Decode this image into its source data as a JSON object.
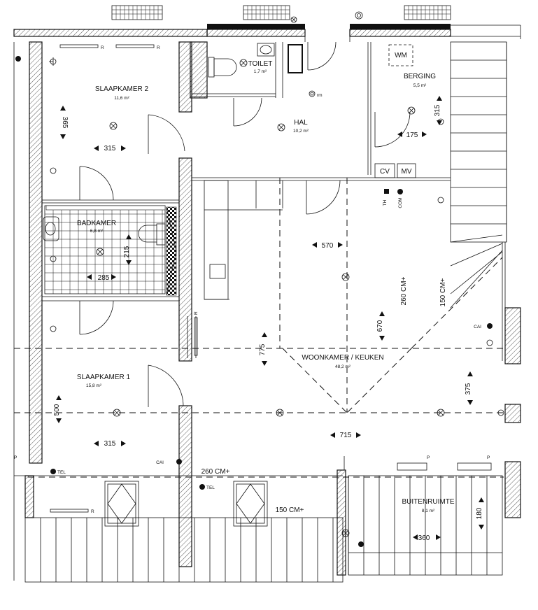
{
  "rooms": {
    "slaapkamer2": {
      "name": "SLAAPKAMER 2",
      "area": "11,6 m²"
    },
    "toilet": {
      "name": "TOILET",
      "area": "1,7 m²"
    },
    "hal": {
      "name": "HAL",
      "area": "10,2 m²"
    },
    "berging": {
      "name": "BERGING",
      "area": "5,5 m²"
    },
    "badkamer": {
      "name": "BADKAMER",
      "area": "6,8 m²"
    },
    "woonkamer": {
      "name": "WOONKAMER / KEUKEN",
      "area": "48,2 m²"
    },
    "slaapkamer1": {
      "name": "SLAAPKAMER 1",
      "area": "15,8 m²"
    },
    "buitenruimte": {
      "name": "BUITENRUIMTE",
      "area": "8,1 m²"
    }
  },
  "dimensions": {
    "d365": "365",
    "d315a": "315",
    "d175": "175",
    "d315b": "315",
    "d215": "215",
    "d285": "285",
    "d570": "570",
    "d260cm": "260 CM+",
    "d150cm": "150 CM+",
    "d670": "670",
    "d775": "775",
    "d375": "375",
    "d500": "500",
    "d315c": "315",
    "d715": "715",
    "d260cm2": "260 CM+",
    "d150cm2": "150 CM+",
    "d180": "180",
    "d360": "360"
  },
  "equipment": {
    "wm": "WM",
    "cv": "CV",
    "mv": "MV",
    "th": "TH",
    "com": "COM",
    "rm": "rm",
    "cai": "CAI",
    "tel": "TEL",
    "r": "R",
    "p": "P"
  }
}
